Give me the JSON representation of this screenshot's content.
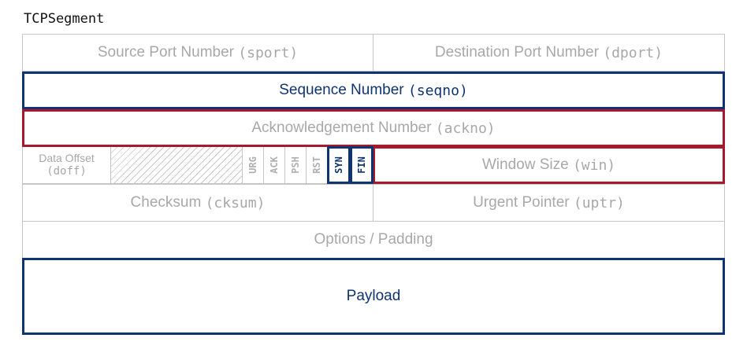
{
  "title": "TCPSegment",
  "rows": {
    "sport": {
      "label": "Source Port Number ",
      "code": "(sport)"
    },
    "dport": {
      "label": "Destination Port Number ",
      "code": "(dport)"
    },
    "seqno": {
      "label": "Sequence Number ",
      "code": "(seqno)"
    },
    "ackno": {
      "label": "Acknowledgement Number ",
      "code": "(ackno)"
    },
    "doff": {
      "label": "Data Offset",
      "code": "(doff)"
    },
    "win": {
      "label": "Window Size ",
      "code": "(win)"
    },
    "cksum": {
      "label": "Checksum ",
      "code": "(cksum)"
    },
    "uptr": {
      "label": "Urgent Pointer ",
      "code": "(uptr)"
    },
    "options": {
      "label": "Options / Padding"
    },
    "payload": {
      "label": "Payload"
    }
  },
  "flags": [
    {
      "label": "URG",
      "highlighted": false
    },
    {
      "label": "ACK",
      "highlighted": false
    },
    {
      "label": "PSH",
      "highlighted": false
    },
    {
      "label": "RST",
      "highlighted": false
    },
    {
      "label": "SYN",
      "highlighted": true
    },
    {
      "label": "FIN",
      "highlighted": true
    }
  ],
  "colors": {
    "highlight_blue": "#0f3470",
    "highlight_red": "#a6192e",
    "muted_text": "#a8a8a8",
    "grid": "#c6c6c6"
  }
}
